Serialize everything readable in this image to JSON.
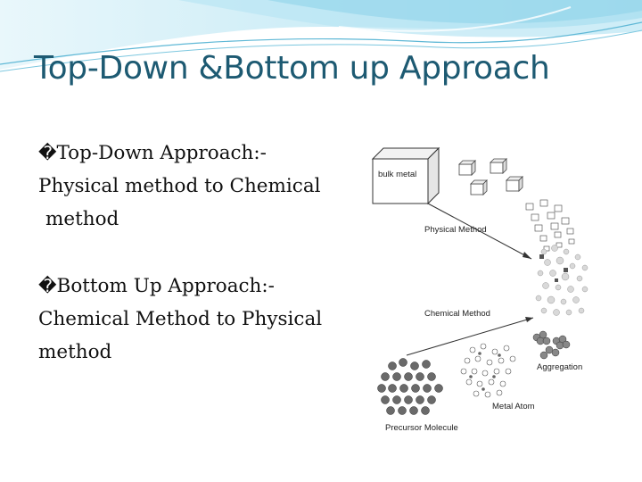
{
  "slide": {
    "title": "Top-Down &Bottom up Approach",
    "bullet_glyph": "�",
    "points": [
      {
        "heading": "Top-Down Approach:-",
        "line2": "Physical method to Chemical",
        "line3": "method"
      },
      {
        "heading": "Bottom Up Approach:-",
        "line2": "Chemical Method to Physical",
        "line3": "method"
      }
    ]
  },
  "figure": {
    "labels": {
      "bulk_metal": "bulk metal",
      "physical_method": "Physical Method",
      "chemical_method": "Chemical Method",
      "aggregation": "Aggregation",
      "metal_atom": "Metal Atom",
      "precursor_molecule": "Precursor Molecule"
    },
    "colors": {
      "banner_light": "#d7f0f8",
      "banner_mid": "#8fd3ea",
      "title": "#1d5a72"
    }
  }
}
